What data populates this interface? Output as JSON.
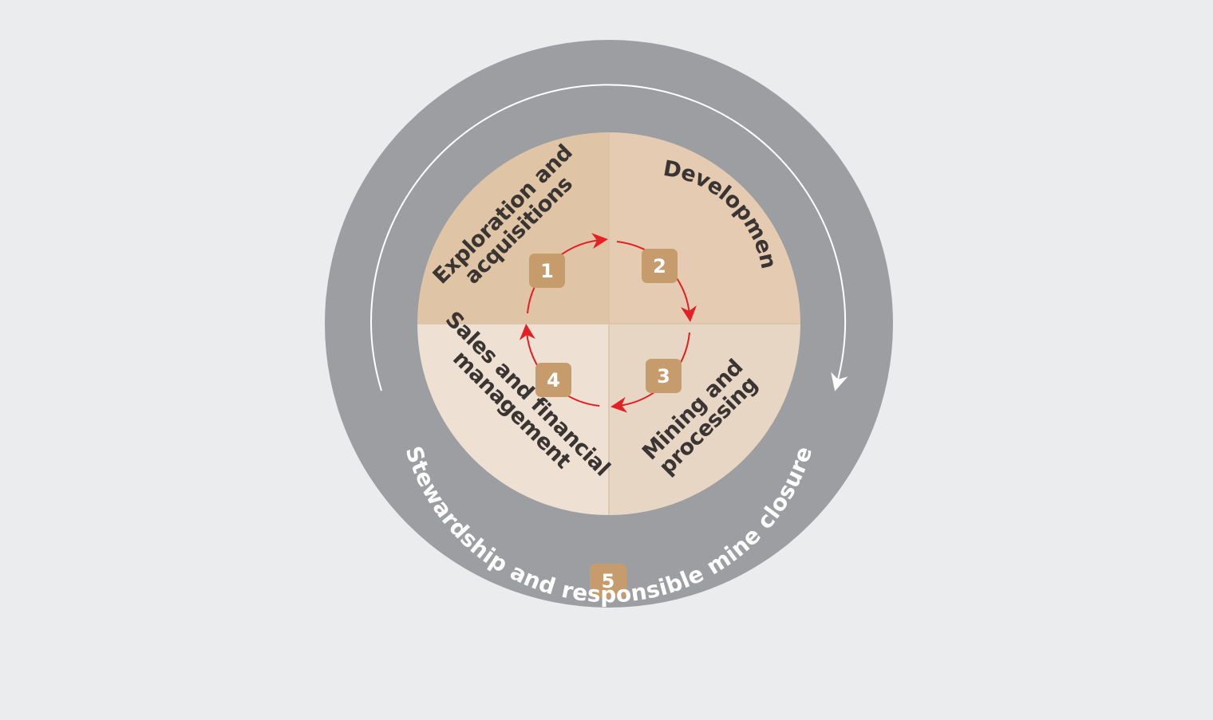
{
  "colors": {
    "background": "#ebecee",
    "ring": "#9d9ea2",
    "q1": "#dfc5a5",
    "q2": "#e4cbb1",
    "q3": "#e7d6c3",
    "q4": "#eee0d2",
    "badge": "#c69c6d",
    "cycle_arrow": "#e41f26",
    "outer_arrow": "#ffffff",
    "label_text": "#3a3533"
  },
  "stages": [
    {
      "number": "1",
      "label_line1": "Exploration and",
      "label_line2": "acquisitions"
    },
    {
      "number": "2",
      "label_line1": "Development"
    },
    {
      "number": "3",
      "label_line1": "Mining and",
      "label_line2": "processing"
    },
    {
      "number": "4",
      "label_line1": "Sales and financial",
      "label_line2": "management"
    }
  ],
  "ring": {
    "number": "5",
    "label": "Stewardship and responsible mine closure"
  }
}
